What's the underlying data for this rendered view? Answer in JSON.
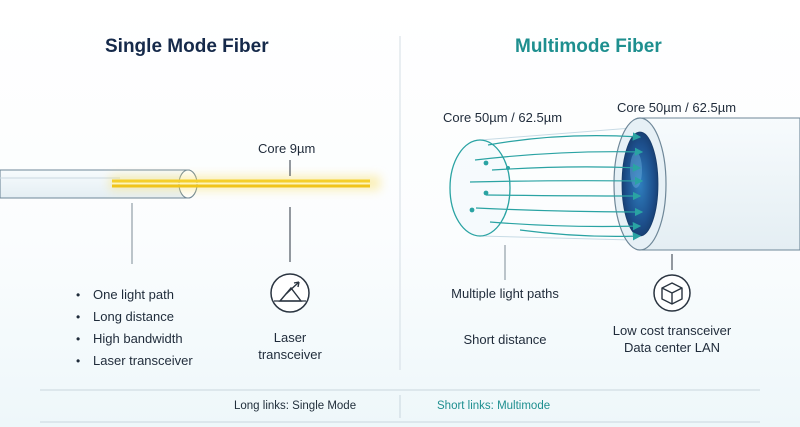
{
  "single": {
    "title": "Single Mode Fiber",
    "core_label": "Core 9µm",
    "features": [
      "One light path",
      "Long distance",
      "High bandwidth",
      "Laser transceiver"
    ],
    "transceiver_label_line1": "Laser",
    "transceiver_label_line2": "transceiver"
  },
  "multi": {
    "title": "Multimode Fiber",
    "core_label_entry": "Core 50µm / 62.5µm",
    "core_label_exit": "Core 50µm / 62.5µm",
    "paths_label": "Multiple light paths",
    "distance_label": "Short distance",
    "transceiver_label_line1": "Low cost transceiver",
    "transceiver_label_line2": "Data center LAN"
  },
  "footer": {
    "left": "Long links: Single Mode",
    "right": "Short links: Multimode"
  },
  "colors": {
    "navy": "#15294a",
    "teal": "#1e8f8f",
    "laser": "#f5cf2a",
    "core_blue": "#1d4f8c"
  },
  "icons": {
    "laser": "laser-prism-icon",
    "transceiver": "cube-icon"
  }
}
